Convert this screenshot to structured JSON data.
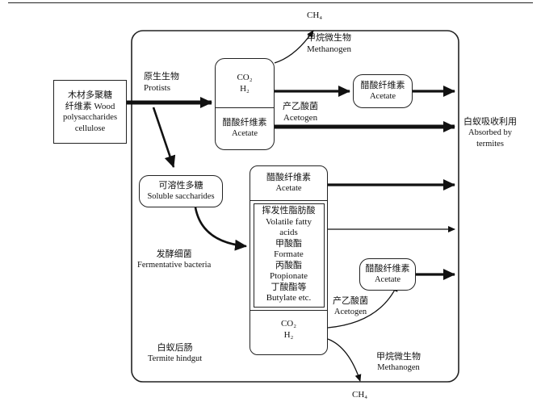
{
  "labels": {
    "ch4_top": "CH₄",
    "ch4_bottom": "CH₄",
    "wood_cn": "木材多聚糖",
    "wood_cn2": "纤维素 Wood",
    "wood_en1": "polysaccharides",
    "wood_en2": "cellulose",
    "protists_cn": "原生生物",
    "protists_en": "Protists",
    "co2": "CO₂",
    "h2": "H₂",
    "acetate_cn": "醋酸纤维素",
    "acetate_en": "Acetate",
    "methanogen_cn": "甲烷微生物",
    "methanogen_en": "Methanogen",
    "acetogen_cn": "产乙酸菌",
    "acetogen_en": "Acetogen",
    "absorbed_cn": "白蚁吸收利用",
    "absorbed_en1": "Absorbed by",
    "absorbed_en2": "termites",
    "soluble_cn": "可溶性多糖",
    "soluble_en": "Soluble saccharides",
    "ferment_cn": "发酵细菌",
    "ferment_en": "Fermentative bacteria",
    "hindgut_cn": "白蚁后肠",
    "hindgut_en": "Termite hindgut",
    "vfa_items": [
      "挥发性脂肪酸",
      "Volatile fatty",
      "acids",
      "甲酸酯",
      "Formate",
      "丙酸酯",
      "Ptopionate",
      "丁酸酯等",
      "Butylate etc."
    ]
  }
}
